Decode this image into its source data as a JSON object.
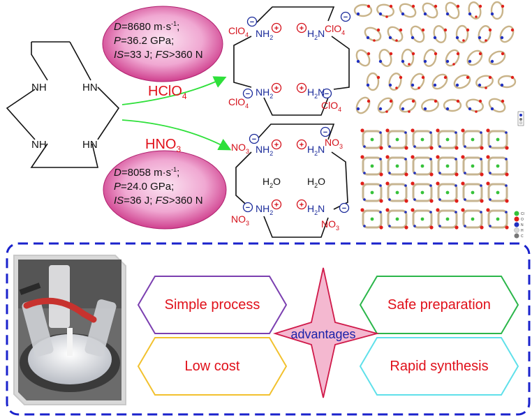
{
  "macrocycle": {
    "nh_labels": [
      "NH",
      "HN",
      "NH",
      "HN"
    ]
  },
  "perchlorate": {
    "reagent": "HClO",
    "reagent_sub": "4",
    "props": {
      "D_label": "D",
      "D_value": "=8680 m·s",
      "D_sup": "-1",
      "D_tail": ";",
      "P_label": "P",
      "P_value": "=36.2 GPa;",
      "IS_label": "IS",
      "IS_value": "=33 J; ",
      "FS_label": "FS",
      "FS_value": ">360 N"
    },
    "anion": "ClO",
    "anion_sub": "4",
    "amine_left": "NH",
    "amine_right": "H",
    "amine_right_n": "N",
    "amine_sub": "2"
  },
  "nitrate": {
    "reagent": "HNO",
    "reagent_sub": "3",
    "props": {
      "D_label": "D",
      "D_value": "=8058 m·s",
      "D_sup": "-1",
      "D_tail": ";",
      "P_label": "P",
      "P_value": "=24.0 GPa;",
      "IS_label": "IS",
      "IS_value": "=36 J; ",
      "FS_label": "FS",
      "FS_value": ">360 N"
    },
    "anion": "NO",
    "anion_sub": "3",
    "water": "H",
    "water_sub": "2",
    "water_o": "O",
    "amine_left": "NH",
    "amine_right": "H",
    "amine_right_n": "N",
    "amine_sub": "2"
  },
  "charges": {
    "plus": "+",
    "minus": "−"
  },
  "advantages": {
    "center": "advantages",
    "items": [
      "Simple process",
      "Safe preparation",
      "Low cost",
      "Rapid synthesis"
    ]
  },
  "legend_letters": [
    "Cl",
    "O",
    "N",
    "H",
    "C"
  ],
  "colors": {
    "red_text": "#e0101a",
    "blue_text": "#1a2a9a",
    "dashed_border": "#1a22cc",
    "arrow": "#2ee03a",
    "ellipse_inner": "#f7c9e3",
    "ellipse_outer": "#cc2c86",
    "hex_purple": "#7b3fb0",
    "hex_green": "#2bb64a",
    "hex_yellow": "#f2c12e",
    "hex_cyan": "#5fe0ea",
    "star_fill": "#f4b8d0",
    "star_stroke": "#d01a4a"
  }
}
